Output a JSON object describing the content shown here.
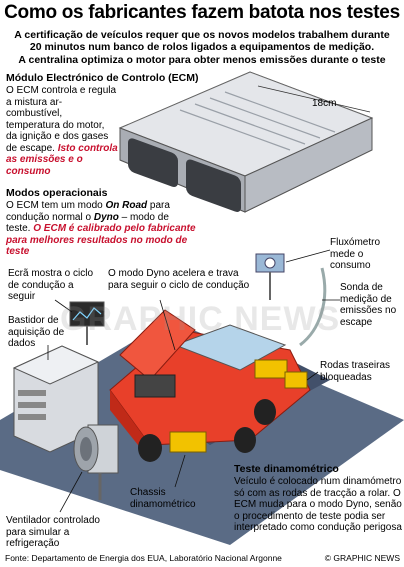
{
  "title": "Como os fabricantes fazem batota nos testes",
  "intro": {
    "line1": "A certificação de veículos requer que os novos modelos trabalhem durante",
    "line2": "20 minutos num banco de rolos ligados a equipamentos de medição.",
    "line3": "A centralina optimiza o motor para obter menos emissões durante o teste"
  },
  "ecm": {
    "heading": "Módulo Electrónico de Controlo (ECM)",
    "body": "O ECM controla e regula a mistura ar-combustível, temperatura do motor, da ignição e dos gases de escape.",
    "highlight": "Isto controla as emissões e o consumo",
    "dimension": "18cm"
  },
  "modes": {
    "heading": "Modos operacionais",
    "part1": "O ECM tem um modo ",
    "on_road": "On Road",
    "part2": " para condução normal o ",
    "dyno": "Dyno",
    "part3": " – modo de teste. ",
    "highlight": "O ECM é calibrado pelo fabricante para melhores resultados no modo de teste"
  },
  "labels": {
    "screen": "Ecrã mostra o ciclo de condução a seguir",
    "dyno_mode": "O modo Dyno acelera e trava para seguir o ciclo de condução",
    "flowmeter": "Fluxómetro mede o consumo",
    "probe": "Sonda de medição de emissões no escape",
    "rack": "Bastidor de aquisição de dados",
    "rear_wheels": "Rodas traseiras bloqueadas",
    "chassis": "Chassis dinamométrico",
    "fan": "Ventilador controlado para simular a refrigeração"
  },
  "test": {
    "heading": "Teste dinamométrico",
    "body": "Veículo é colocado num dinamómetro só com as rodas de tracção a rolar. O ECM muda para o modo Dyno, senão o procedimento de teste podia ser interpretado como condução perigosa"
  },
  "footer": {
    "source": "Fonte: Departamento de Energia dos EUA, Laboratório Nacional Argonne",
    "credit": "© GRAPHIC NEWS"
  },
  "watermark": "GRAPHIC NEWS",
  "colors": {
    "highlight": "#c8102e",
    "car_body": "#e8402a",
    "dyno_yellow": "#f2c200",
    "floor": "#5a6b85",
    "ecm_metal": "#c9ccd1"
  }
}
